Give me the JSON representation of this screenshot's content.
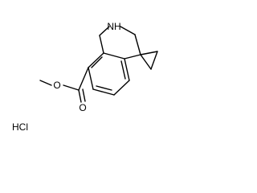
{
  "molecule": {
    "atoms": {
      "ring_nitrogen": "NH",
      "carbonyl_oxygen": "O",
      "ester_oxygen": "O"
    },
    "salt": "HCl"
  },
  "colors": {
    "bond": "#000000",
    "text": "#000000",
    "background": "#ffffff"
  }
}
